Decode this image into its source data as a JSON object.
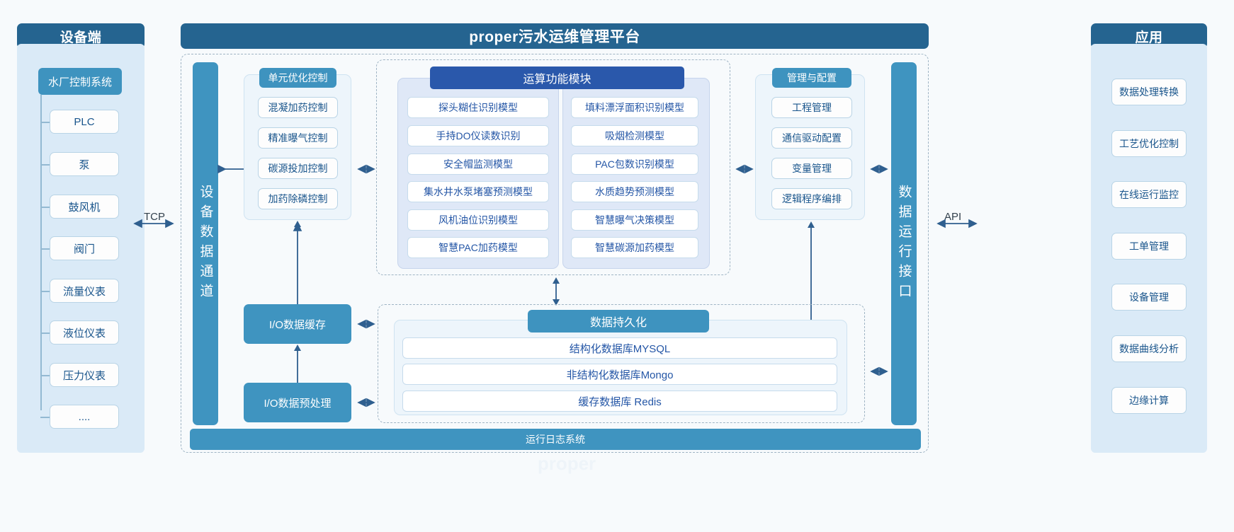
{
  "colors": {
    "header_dark": "#256490",
    "header_mid": "#3e93bf",
    "header_blue": "#2a58ab",
    "panel_light": "#daeaf7",
    "page_bg": "#f7fafc",
    "chip_text": "#19558c",
    "arrow": "#2f5f8f"
  },
  "device_panel": {
    "title": "设备端",
    "subsystem": "水厂控制系统",
    "items": [
      "PLC",
      "泵",
      "鼓风机",
      "阀门",
      "流量仪表",
      "液位仪表",
      "压力仪表",
      "...."
    ]
  },
  "connectors": {
    "tcp_label": "TCP",
    "api_label": "API"
  },
  "platform": {
    "title": "proper污水运维管理平台",
    "device_data_channel": "设备数据通道",
    "data_run_interface": "数据运行接口",
    "unit_control": {
      "title": "单元优化控制",
      "items": [
        "混凝加药控制",
        "精准曝气控制",
        "碳源投加控制",
        "加药除磷控制"
      ]
    },
    "compute_modules": {
      "title": "运算功能模块",
      "left_items": [
        "探头糊住识别模型",
        "手持DO仪读数识别",
        "安全帽监测模型",
        "集水井水泵堵塞预测模型",
        "风机油位识别模型",
        "智慧PAC加药模型"
      ],
      "right_items": [
        "填料漂浮面积识别模型",
        "吸烟检测模型",
        "PAC包数识别模型",
        "水质趋势预测模型",
        "智慧曝气决策模型",
        "智慧碳源加药模型"
      ]
    },
    "management": {
      "title": "管理与配置",
      "items": [
        "工程管理",
        "通信驱动配置",
        "变量管理",
        "逻辑程序编排"
      ]
    },
    "io_cache": "I/O数据缓存",
    "io_preprocess": "I/O数据预处理",
    "persistence": {
      "title": "数据持久化",
      "items": [
        "结构化数据库MYSQL",
        "非结构化数据库Mongo",
        "缓存数据库 Redis"
      ]
    },
    "log_system": "运行日志系统",
    "watermark": "proper"
  },
  "app_panel": {
    "title": "应用",
    "items": [
      "数据处理转换",
      "工艺优化控制",
      "在线运行监控",
      "工单管理",
      "设备管理",
      "数据曲线分析",
      "边缘计算"
    ]
  }
}
